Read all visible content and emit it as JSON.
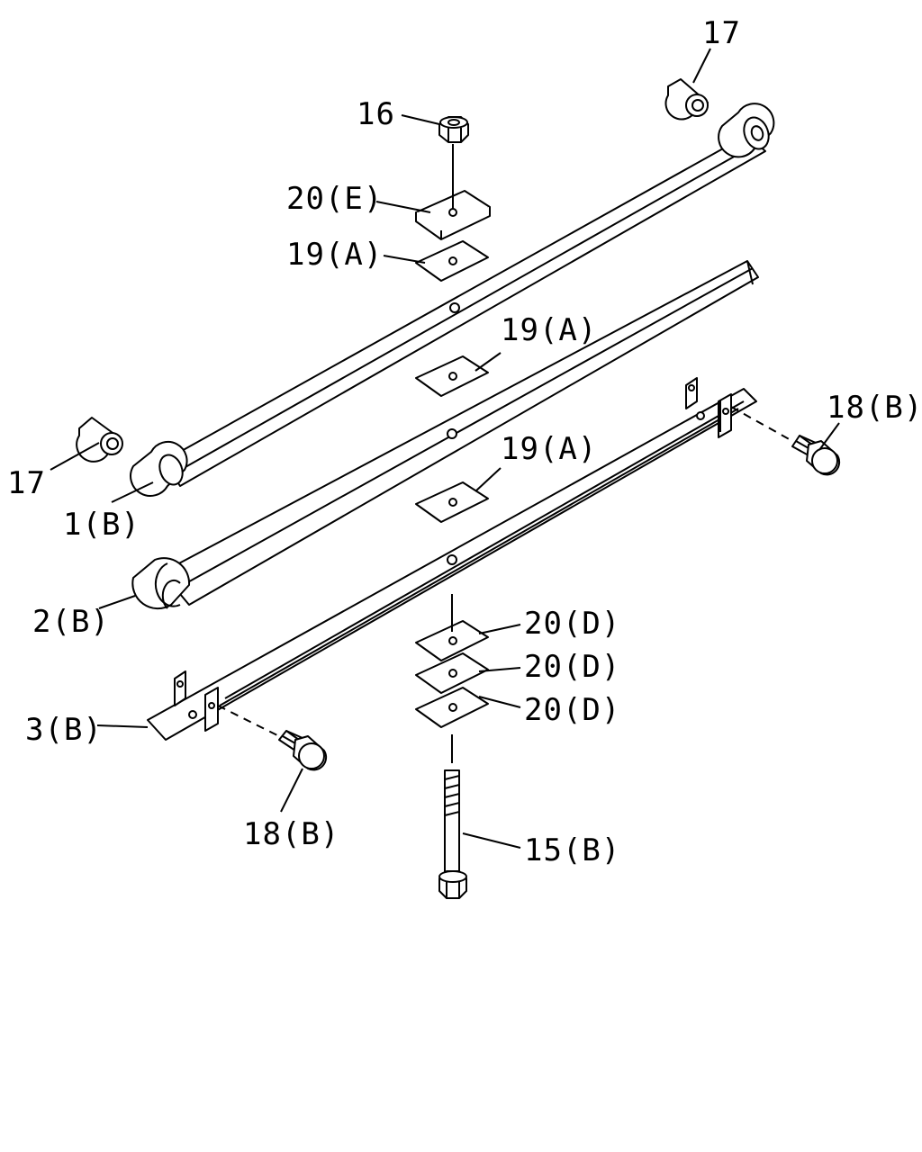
{
  "diagram": {
    "colors": {
      "line": "#000000",
      "background": "#ffffff"
    },
    "labels": {
      "l17_top": "17",
      "l16": "16",
      "l20e": "20(E)",
      "l19a_1": "19(A)",
      "l19a_2": "19(A)",
      "l19a_3": "19(A)",
      "l17_left": "17",
      "l1b": "1(B)",
      "l18b_right": "18(B)",
      "l2b": "2(B)",
      "l20d_1": "20(D)",
      "l20d_2": "20(D)",
      "l20d_3": "20(D)",
      "l3b": "3(B)",
      "l18b_left": "18(B)",
      "l15b": "15(B)"
    }
  }
}
